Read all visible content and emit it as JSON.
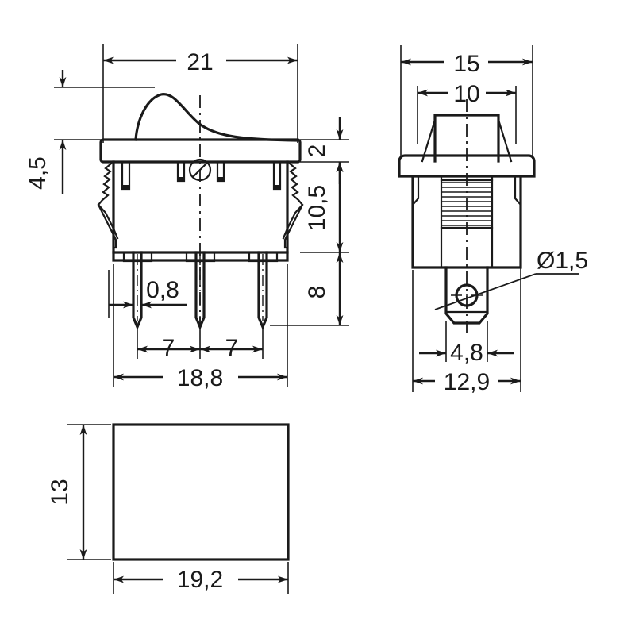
{
  "document": {
    "type": "technical-drawing",
    "subject": "rocker-switch-dimensioned-drawing",
    "units": "mm",
    "line_color": "#1a1a1a",
    "background_color": "#ffffff"
  },
  "views": {
    "front": {
      "name": "front-view",
      "dimensions": {
        "overall_width_bezel": "21",
        "bezel_height": "4,5",
        "bezel_thickness": "2",
        "body_height": "10,5",
        "pin_length": "8",
        "pin_thickness": "0,8",
        "pin_pitch_left": "7",
        "pin_pitch_right": "7",
        "body_width": "18,8"
      }
    },
    "side": {
      "name": "side-view",
      "dimensions": {
        "overall_depth_bezel": "15",
        "actuator_width": "10",
        "terminal_width": "4,8",
        "body_depth": "12,9",
        "hole_diameter": "Ø1,5"
      }
    },
    "panel_cutout": {
      "name": "panel-cutout-view",
      "dimensions": {
        "cutout_height": "13",
        "cutout_width": "19,2"
      }
    }
  },
  "labels": {
    "d21": "21",
    "d45": "4,5",
    "d2": "2",
    "d105": "10,5",
    "d8": "8",
    "d08": "0,8",
    "d7a": "7",
    "d7b": "7",
    "d188": "18,8",
    "d15": "15",
    "d10": "10",
    "d48": "4,8",
    "d129": "12,9",
    "dia15": "Ø1,5",
    "d13": "13",
    "d192": "19,2"
  }
}
